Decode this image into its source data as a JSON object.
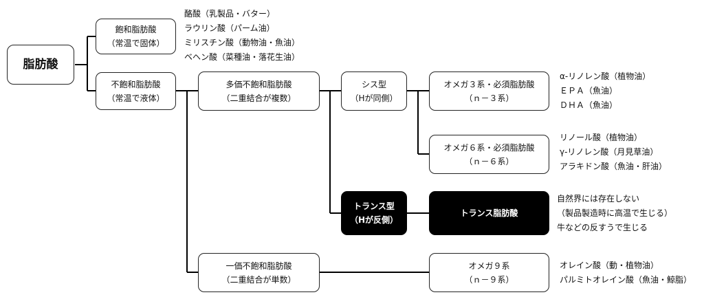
{
  "colors": {
    "line": "#000000",
    "dark_box": "#000000",
    "dark_text": "#ffffff"
  },
  "nodes": {
    "root": {
      "lines": [
        "脂肪酸"
      ]
    },
    "saturated": {
      "lines": [
        "飽和脂肪酸",
        "（常温で固体）"
      ]
    },
    "unsaturated": {
      "lines": [
        "不飽和脂肪酸",
        "（常温で液体）"
      ]
    },
    "polyunsaturated": {
      "lines": [
        "多価不飽和脂肪酸",
        "（二重結合が複数）"
      ]
    },
    "cis": {
      "lines": [
        "シス型",
        "（Hが同側）"
      ]
    },
    "trans": {
      "lines": [
        "トランス型",
        "（Hが反側）"
      ]
    },
    "omega3": {
      "lines": [
        "オメガ３系・必須脂肪酸",
        "（ｎ－３系）"
      ]
    },
    "omega6": {
      "lines": [
        "オメガ６系・必須脂肪酸",
        "（ｎ－６系）"
      ]
    },
    "trans_fat": {
      "lines": [
        "トランス脂肪酸"
      ]
    },
    "monounsaturated": {
      "lines": [
        "一価不飽和脂肪酸",
        "（二重結合が単数）"
      ]
    },
    "omega9": {
      "lines": [
        "オメガ９系",
        "（ｎ－９系）"
      ]
    }
  },
  "notes": {
    "saturated": [
      "酪酸（乳製品・バター）",
      "ラウリン酸（パーム油）",
      "ミリスチン酸（動物油・魚油）",
      "ベヘン酸（菜種油・落花生油）"
    ],
    "omega3": [
      "α-リノレン酸（植物油）",
      "ＥＰＡ（魚油）",
      "ＤＨＡ（魚油）"
    ],
    "omega6": [
      "リノール酸（植物油）",
      "γ-リノレン酸（月見草油）",
      "アラキドン酸（魚油・肝油）"
    ],
    "trans_fat": [
      "自然界には存在しない",
      "（製品製造時に高温で生じる）",
      "牛などの反すうで生じる"
    ],
    "omega9": [
      "オレイン酸（動・植物油）",
      "パルミトオレイン酸（魚油・鯨脂）"
    ]
  }
}
